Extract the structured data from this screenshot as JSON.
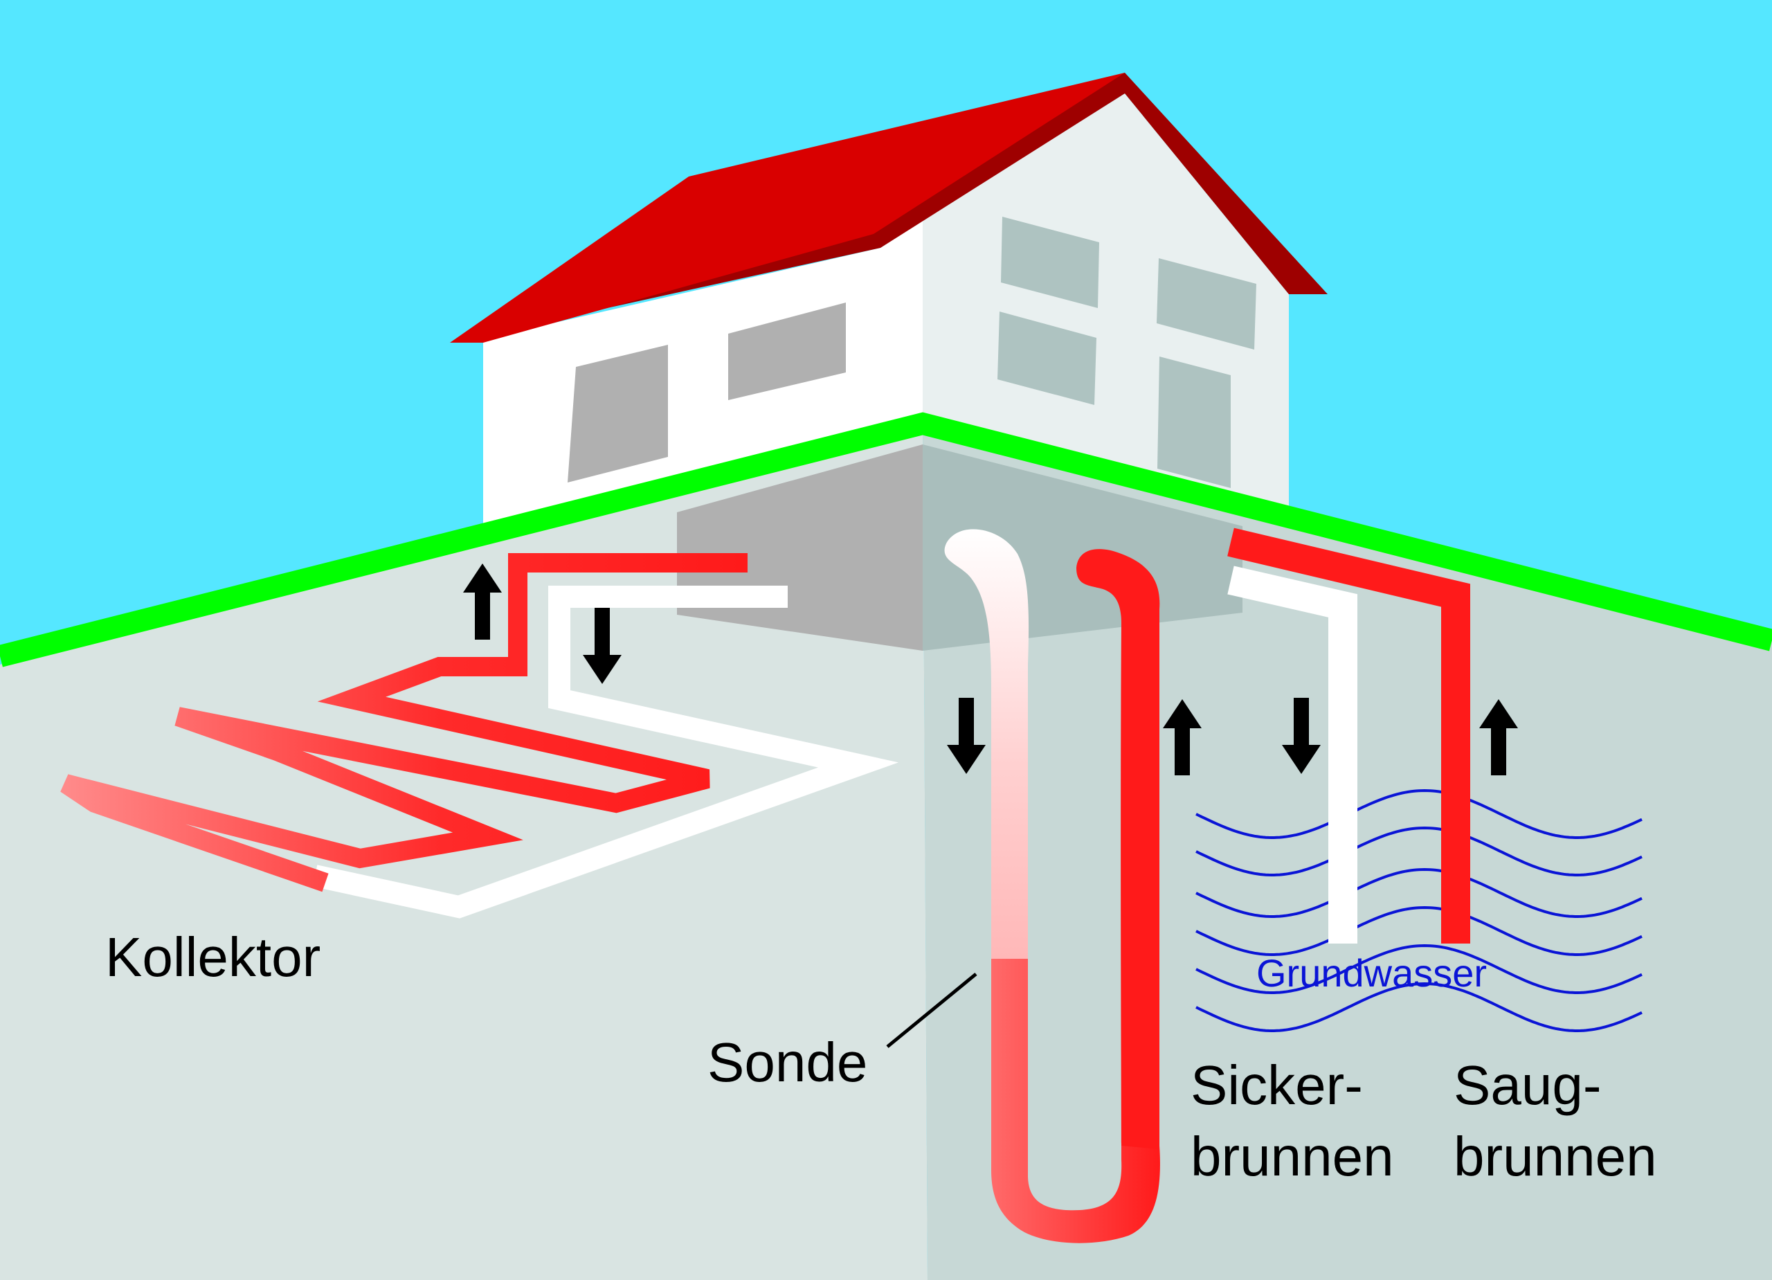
{
  "labels": {
    "kollektor": "Kollektor",
    "sonde": "Sonde",
    "grundwasser": "Grundwasser",
    "sickerbrunnen_1": "Sicker-",
    "sickerbrunnen_2": "brunnen",
    "saugbrunnen_1": "Saug-",
    "saugbrunnen_2": "brunnen"
  },
  "colors": {
    "sky": "#55E7FF",
    "grass": "#00FF00",
    "ground_left": "#D9E4E2",
    "ground_right": "#C7D8D6",
    "roof": "#D90000",
    "roof_shadow": "#9E0000",
    "wall_front": "#FFFFFF",
    "wall_side": "#E9F0F0",
    "window_front": "#B0B0B0",
    "window_side": "#AEC3C1",
    "pipe_warm": "#FF1A1A",
    "pipe_cold": "#FFFFFF",
    "groundwater": "#0A14D6",
    "arrow": "#000000"
  },
  "icons": {
    "arrow_up": "arrow-up-icon",
    "arrow_down": "arrow-down-icon"
  }
}
